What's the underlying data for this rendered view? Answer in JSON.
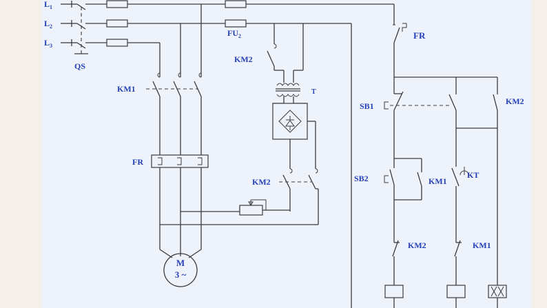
{
  "labels": {
    "l1": "L",
    "l1_sub": "1",
    "l2": "L",
    "l2_sub": "2",
    "l3": "L",
    "l3_sub": "3",
    "qs": "QS",
    "fu2": "FU",
    "fu2_sub": "2",
    "km2_top": "KM2",
    "t": "T",
    "km1_main": "KM1",
    "fr_main": "FR",
    "km2_mid": "KM2",
    "motor_m": "M",
    "motor_phase": "3 ~",
    "fr_ctrl": "FR",
    "sb1": "SB1",
    "km2_right": "KM2",
    "sb2": "SB2",
    "km1_hold": "KM1",
    "kt": "KT",
    "km2_interlock": "KM2",
    "km1_interlock": "KM1"
  },
  "colors": {
    "background": "#f4efe9",
    "panel": "#eef3fb",
    "wire": "#3b3b3b",
    "label": "#2440b8"
  }
}
